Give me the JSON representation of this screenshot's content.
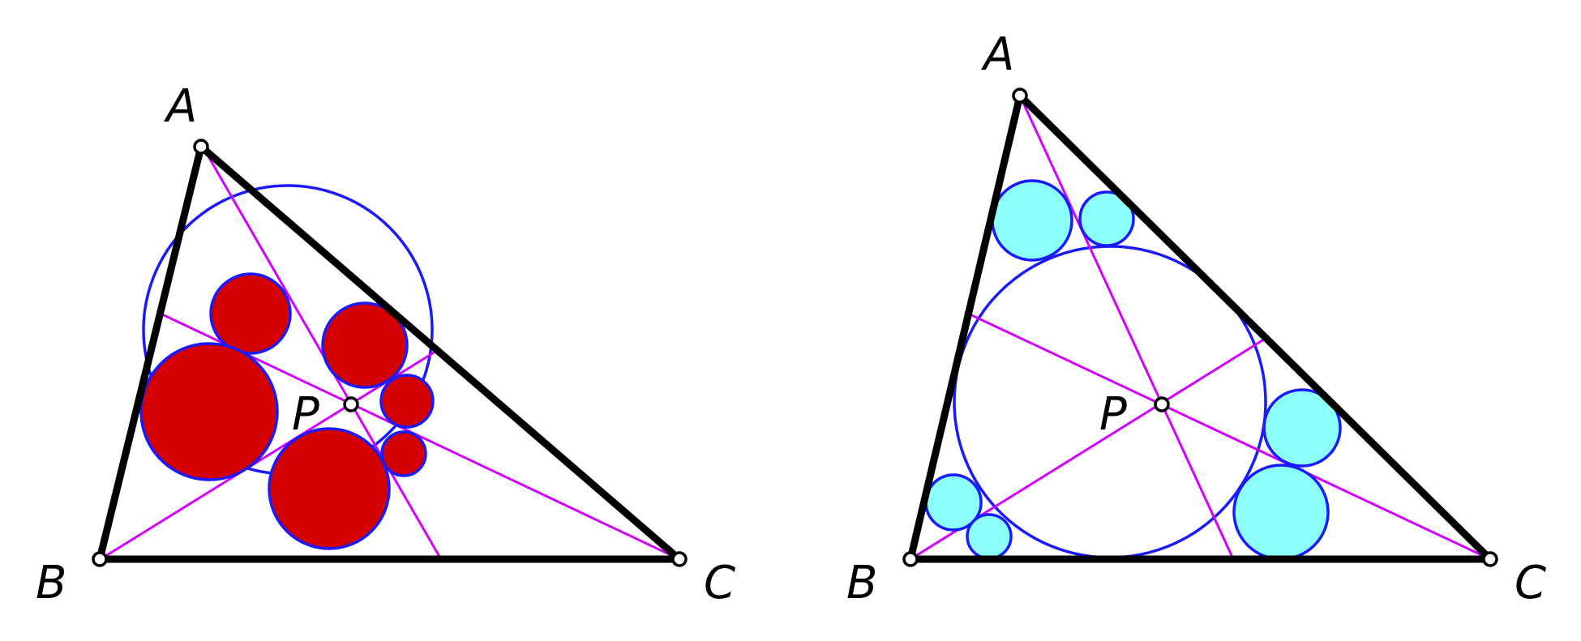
{
  "figures": [
    {
      "name": "left",
      "labels": {
        "A": "A",
        "B": "B",
        "C": "C",
        "P": "P"
      },
      "colors": {
        "small_circle_fill": "#d40000",
        "circle_stroke": "#1a1aff",
        "cevian": "#d400ff",
        "side": "#000000"
      }
    },
    {
      "name": "right",
      "labels": {
        "A": "A",
        "B": "B",
        "C": "C",
        "P": "P"
      },
      "colors": {
        "small_circle_fill": "#8cfffa",
        "circle_stroke": "#1a1aff",
        "cevian": "#d400ff",
        "side": "#000000"
      }
    }
  ]
}
